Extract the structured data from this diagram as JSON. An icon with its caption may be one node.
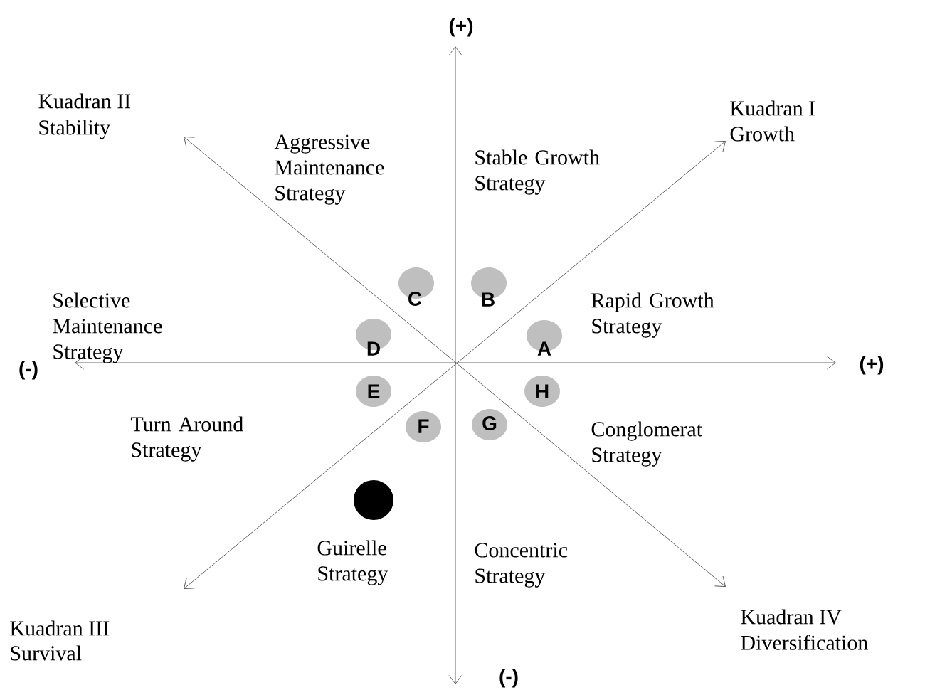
{
  "diagram": {
    "nodes": [
      {
        "text": [
          "C"
        ]
      },
      {
        "text": [
          "B"
        ]
      },
      {
        "text": [
          "D"
        ]
      },
      {
        "text": [
          "A"
        ]
      },
      {
        "text": [
          "E"
        ]
      },
      {
        "text": [
          "H"
        ]
      },
      {
        "text": [
          "F"
        ]
      },
      {
        "text": [
          "G"
        ]
      },
      {
        "text": [],
        "shape": "circle"
      }
    ],
    "labels": [
      "(+)",
      "Kuadran II",
      "Stability",
      "Kuadran I",
      "Growth",
      "Aggressive Maintenance Strategy",
      "Stable Growth Strategy",
      "Selective Maintenance Strategy",
      "Rapid Growth Strategy",
      "(-)",
      "(+)",
      "Turn Around Strategy",
      "Conglomerat Strategy",
      "Guirelle Strategy",
      "Concentric Strategy",
      "Kuadran III",
      "Survival",
      "(-)",
      "Kuadran IV",
      "Diversification"
    ]
  }
}
